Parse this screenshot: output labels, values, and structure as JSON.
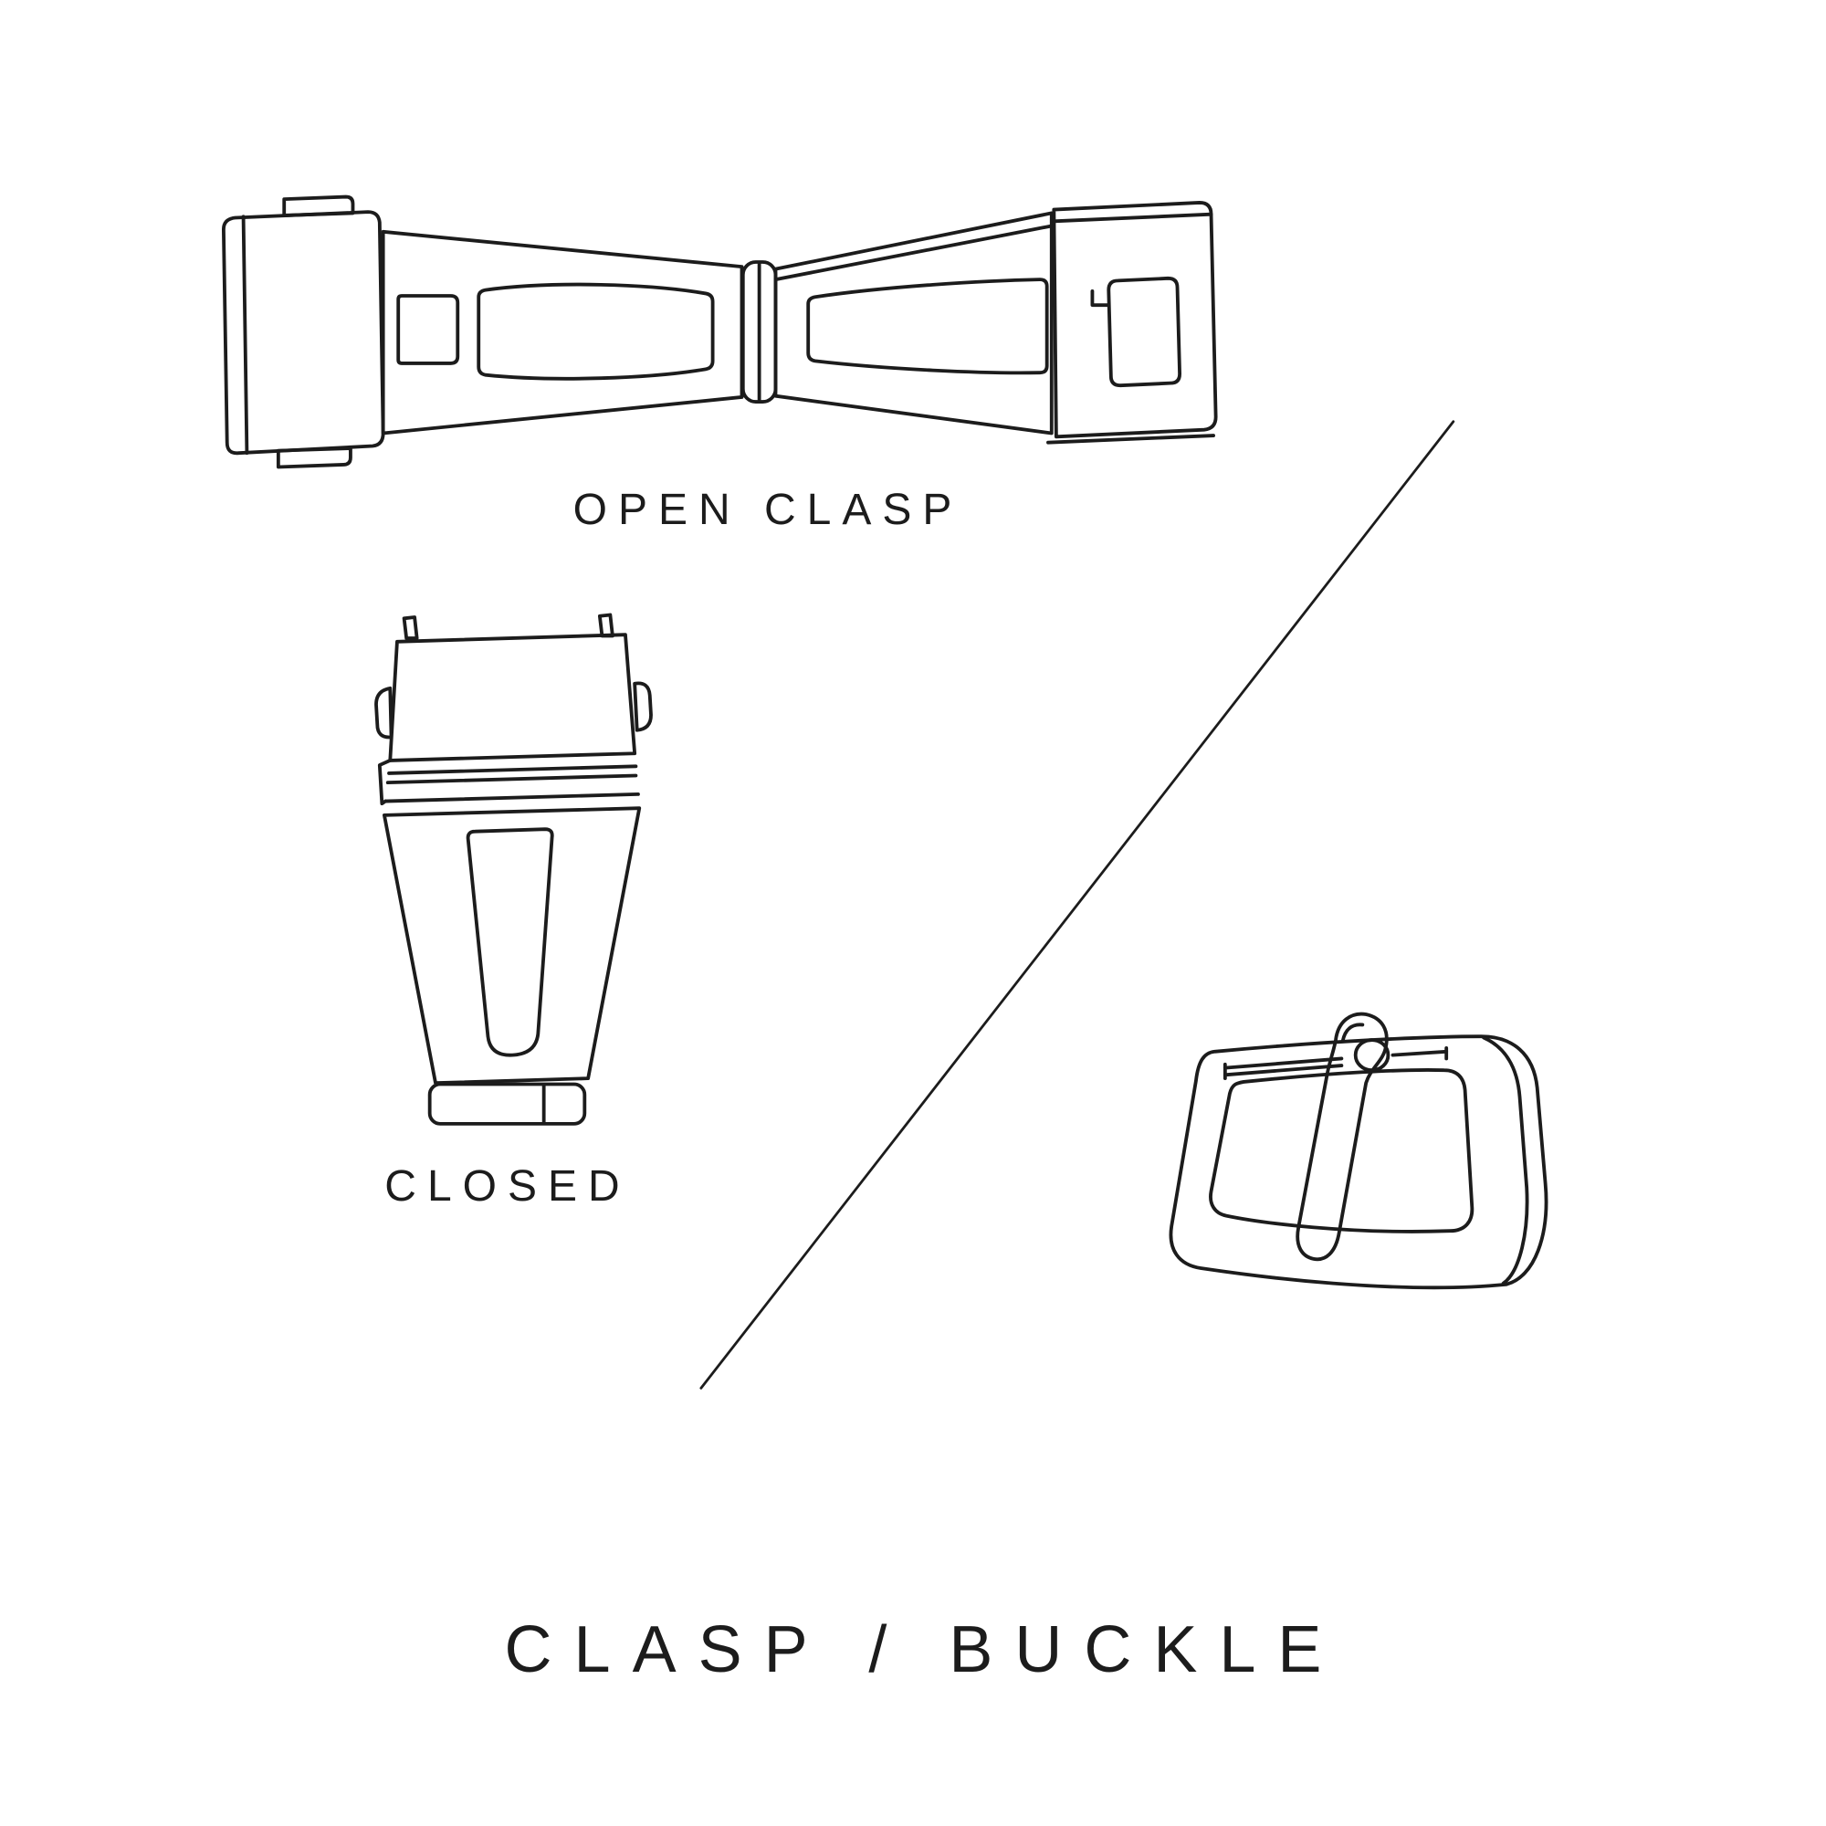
{
  "colors": {
    "background": "#ffffff",
    "line": "#1c1c1c",
    "text": "#1c1c1c"
  },
  "captions": {
    "open_clasp": "OPEN CLASP",
    "closed": "CLOSED"
  },
  "title": "CLASP / BUCKLE",
  "icons": {
    "open-clasp-illustration": "line-art of an open deployant watch clasp",
    "closed-clasp-illustration": "line-art of a closed watch clasp",
    "buckle-illustration": "line-art of a tang buckle",
    "divider-line": "diagonal separator line"
  }
}
